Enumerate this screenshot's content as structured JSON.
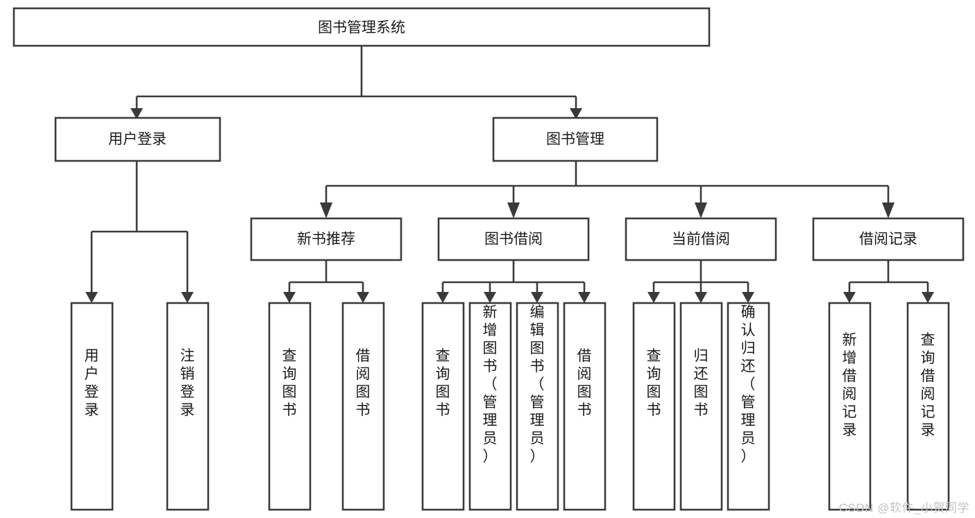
{
  "diagram": {
    "type": "tree-hierarchy-chart",
    "title": "图书管理系统",
    "colors": {
      "stroke": "#3a3a3a",
      "fill": "#ffffff",
      "text": "#1a1a1a",
      "background": "#ffffff",
      "watermark": "#c3c3c3"
    },
    "levels": {
      "root": {
        "label": "图书管理系统"
      },
      "level2": [
        {
          "id": "user-login",
          "label": "用户登录"
        },
        {
          "id": "book-management",
          "label": "图书管理"
        }
      ],
      "level3": [
        {
          "id": "new-book-recommend",
          "label": "新书推荐",
          "parent": "book-management"
        },
        {
          "id": "book-borrow",
          "label": "图书借阅",
          "parent": "book-management"
        },
        {
          "id": "current-borrow",
          "label": "当前借阅",
          "parent": "book-management"
        },
        {
          "id": "borrow-record",
          "label": "借阅记录",
          "parent": "book-management"
        }
      ],
      "leaves": [
        {
          "id": "leaf-user-login",
          "label": "用户登录",
          "parent": "user-login"
        },
        {
          "id": "leaf-logout-login",
          "label": "注销登录",
          "parent": "user-login"
        },
        {
          "id": "leaf-query-book-1",
          "label": "查询图书",
          "parent": "new-book-recommend"
        },
        {
          "id": "leaf-borrow-book-1",
          "label": "借阅图书",
          "parent": "new-book-recommend"
        },
        {
          "id": "leaf-query-book-2",
          "label": "查询图书",
          "parent": "book-borrow"
        },
        {
          "id": "leaf-add-book",
          "label": "新增图书（管理员）",
          "parent": "book-borrow"
        },
        {
          "id": "leaf-edit-book",
          "label": "编辑图书（管理员）",
          "parent": "book-borrow"
        },
        {
          "id": "leaf-borrow-book-2",
          "label": "借阅图书",
          "parent": "book-borrow"
        },
        {
          "id": "leaf-query-book-3",
          "label": "查询图书",
          "parent": "current-borrow"
        },
        {
          "id": "leaf-return-book",
          "label": "归还图书",
          "parent": "current-borrow"
        },
        {
          "id": "leaf-confirm-return",
          "label": "确认归还（管理员）",
          "parent": "current-borrow"
        },
        {
          "id": "leaf-add-record",
          "label": "新增借阅记录",
          "parent": "borrow-record"
        },
        {
          "id": "leaf-query-record",
          "label": "查询借阅记录",
          "parent": "borrow-record"
        }
      ]
    },
    "watermark": "CSDN @软件_小贺同学"
  }
}
